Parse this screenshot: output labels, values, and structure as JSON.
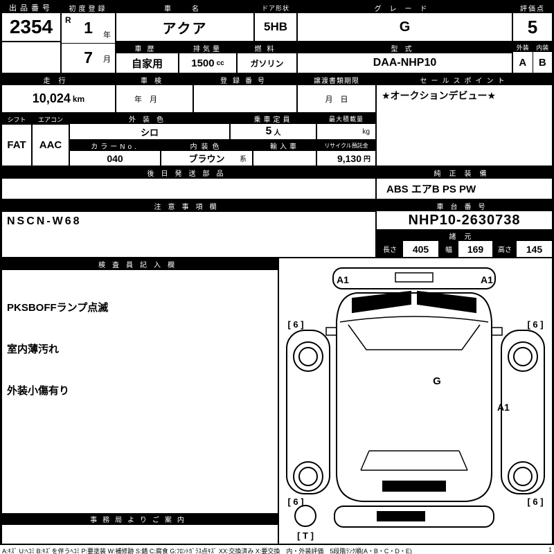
{
  "colors": {
    "header_bg": "#000000",
    "header_text": "#ffffff",
    "line": "#000000"
  },
  "top": {
    "exhibit": {
      "label": "出品番号",
      "value": "2354"
    },
    "first_reg": {
      "label": "初度登録",
      "era": "R",
      "year": "1",
      "year_unit": "年",
      "month": "7",
      "month_unit": "月"
    },
    "car_name": {
      "label": "車　名",
      "value": "アクア"
    },
    "door": {
      "label": "ドア形状",
      "value": "5HB"
    },
    "grade": {
      "label": "グレード",
      "value": "G"
    },
    "score": {
      "label": "評価点",
      "value": "5"
    },
    "history": {
      "label": "車歴",
      "value": "自家用"
    },
    "displacement": {
      "label": "排気量",
      "value": "1500",
      "unit": "cc"
    },
    "fuel": {
      "label": "燃料",
      "value": "ガソリン"
    },
    "model": {
      "label": "型式",
      "value": "DAA-NHP10"
    },
    "exterior": {
      "label": "外装",
      "value": "A"
    },
    "interior": {
      "label": "内装",
      "value": "B"
    }
  },
  "mid": {
    "mileage": {
      "label": "走行",
      "value": "10,024",
      "unit": "km"
    },
    "shaken": {
      "label": "車検",
      "value": "年　月"
    },
    "reg_no": {
      "label": "登録番号",
      "value": ""
    },
    "transfer": {
      "label": "譲渡書類期限",
      "value": "月　日"
    },
    "sales_point": {
      "label": "セールスポイント",
      "value": "★オークションデビュー★"
    },
    "shift": {
      "label": "シフト",
      "value": "FAT"
    },
    "aircon": {
      "label": "エアコン",
      "value": "AAC"
    },
    "ext_color": {
      "label": "外装色",
      "value": "シロ"
    },
    "capacity": {
      "label": "乗車定員",
      "value": "5",
      "unit": "人"
    },
    "max_load": {
      "label": "最大積載量",
      "unit": "kg"
    },
    "color_no": {
      "label": "カラーNo.",
      "value": "040"
    },
    "int_color": {
      "label": "内装色",
      "value": "ブラウン",
      "suffix": "系"
    },
    "import_car": {
      "label": "輸入車",
      "value": ""
    },
    "recycle": {
      "label": "リサイクル預託金",
      "value": "9,130",
      "unit": "円"
    },
    "later_parts": {
      "label": "後日発送部品",
      "value": ""
    },
    "equipment": {
      "label": "純正装備",
      "value": "ABS エアB PS PW"
    },
    "notes": {
      "label": "注意事項欄",
      "value": "NSCN-W68"
    },
    "chassis": {
      "label": "車台番号",
      "value": "NHP10-2630738"
    },
    "specs": {
      "label": "諸元",
      "length_label": "長さ",
      "length": "405",
      "width_label": "幅",
      "width": "169",
      "height_label": "高さ",
      "height": "145"
    }
  },
  "bottom": {
    "inspector": {
      "label": "検査員記入欄",
      "lines": [
        "PKSBOFFランプ点滅",
        "室内薄汚れ",
        "外装小傷有り"
      ]
    },
    "office": {
      "label": "事務局よりご案内"
    }
  },
  "diagram": {
    "labels": [
      {
        "text": "A1"
      },
      {
        "text": "A1"
      },
      {
        "text": "[ 6 ]"
      },
      {
        "text": "[ 6 ]"
      },
      {
        "text": "G"
      },
      {
        "text": "A1"
      },
      {
        "text": "[ 6 ]"
      },
      {
        "text": "[ 6 ]"
      },
      {
        "text": "[ T ]"
      }
    ]
  },
  "legend": {
    "text": "A:ｷｽﾞ U:ﾍｺﾐ B:ｷｽﾞを伴うﾍｺﾐ P:要塗装 W:補修跡 S:錆 C:腐食 G:ﾌﾛﾝﾄｶﾞﾗｽ点ｷｽﾞ XX:交換済み X:要交換　内・外装評価　5段階ﾗﾝｸ順(A・B・C・D・E)",
    "page": "1"
  }
}
